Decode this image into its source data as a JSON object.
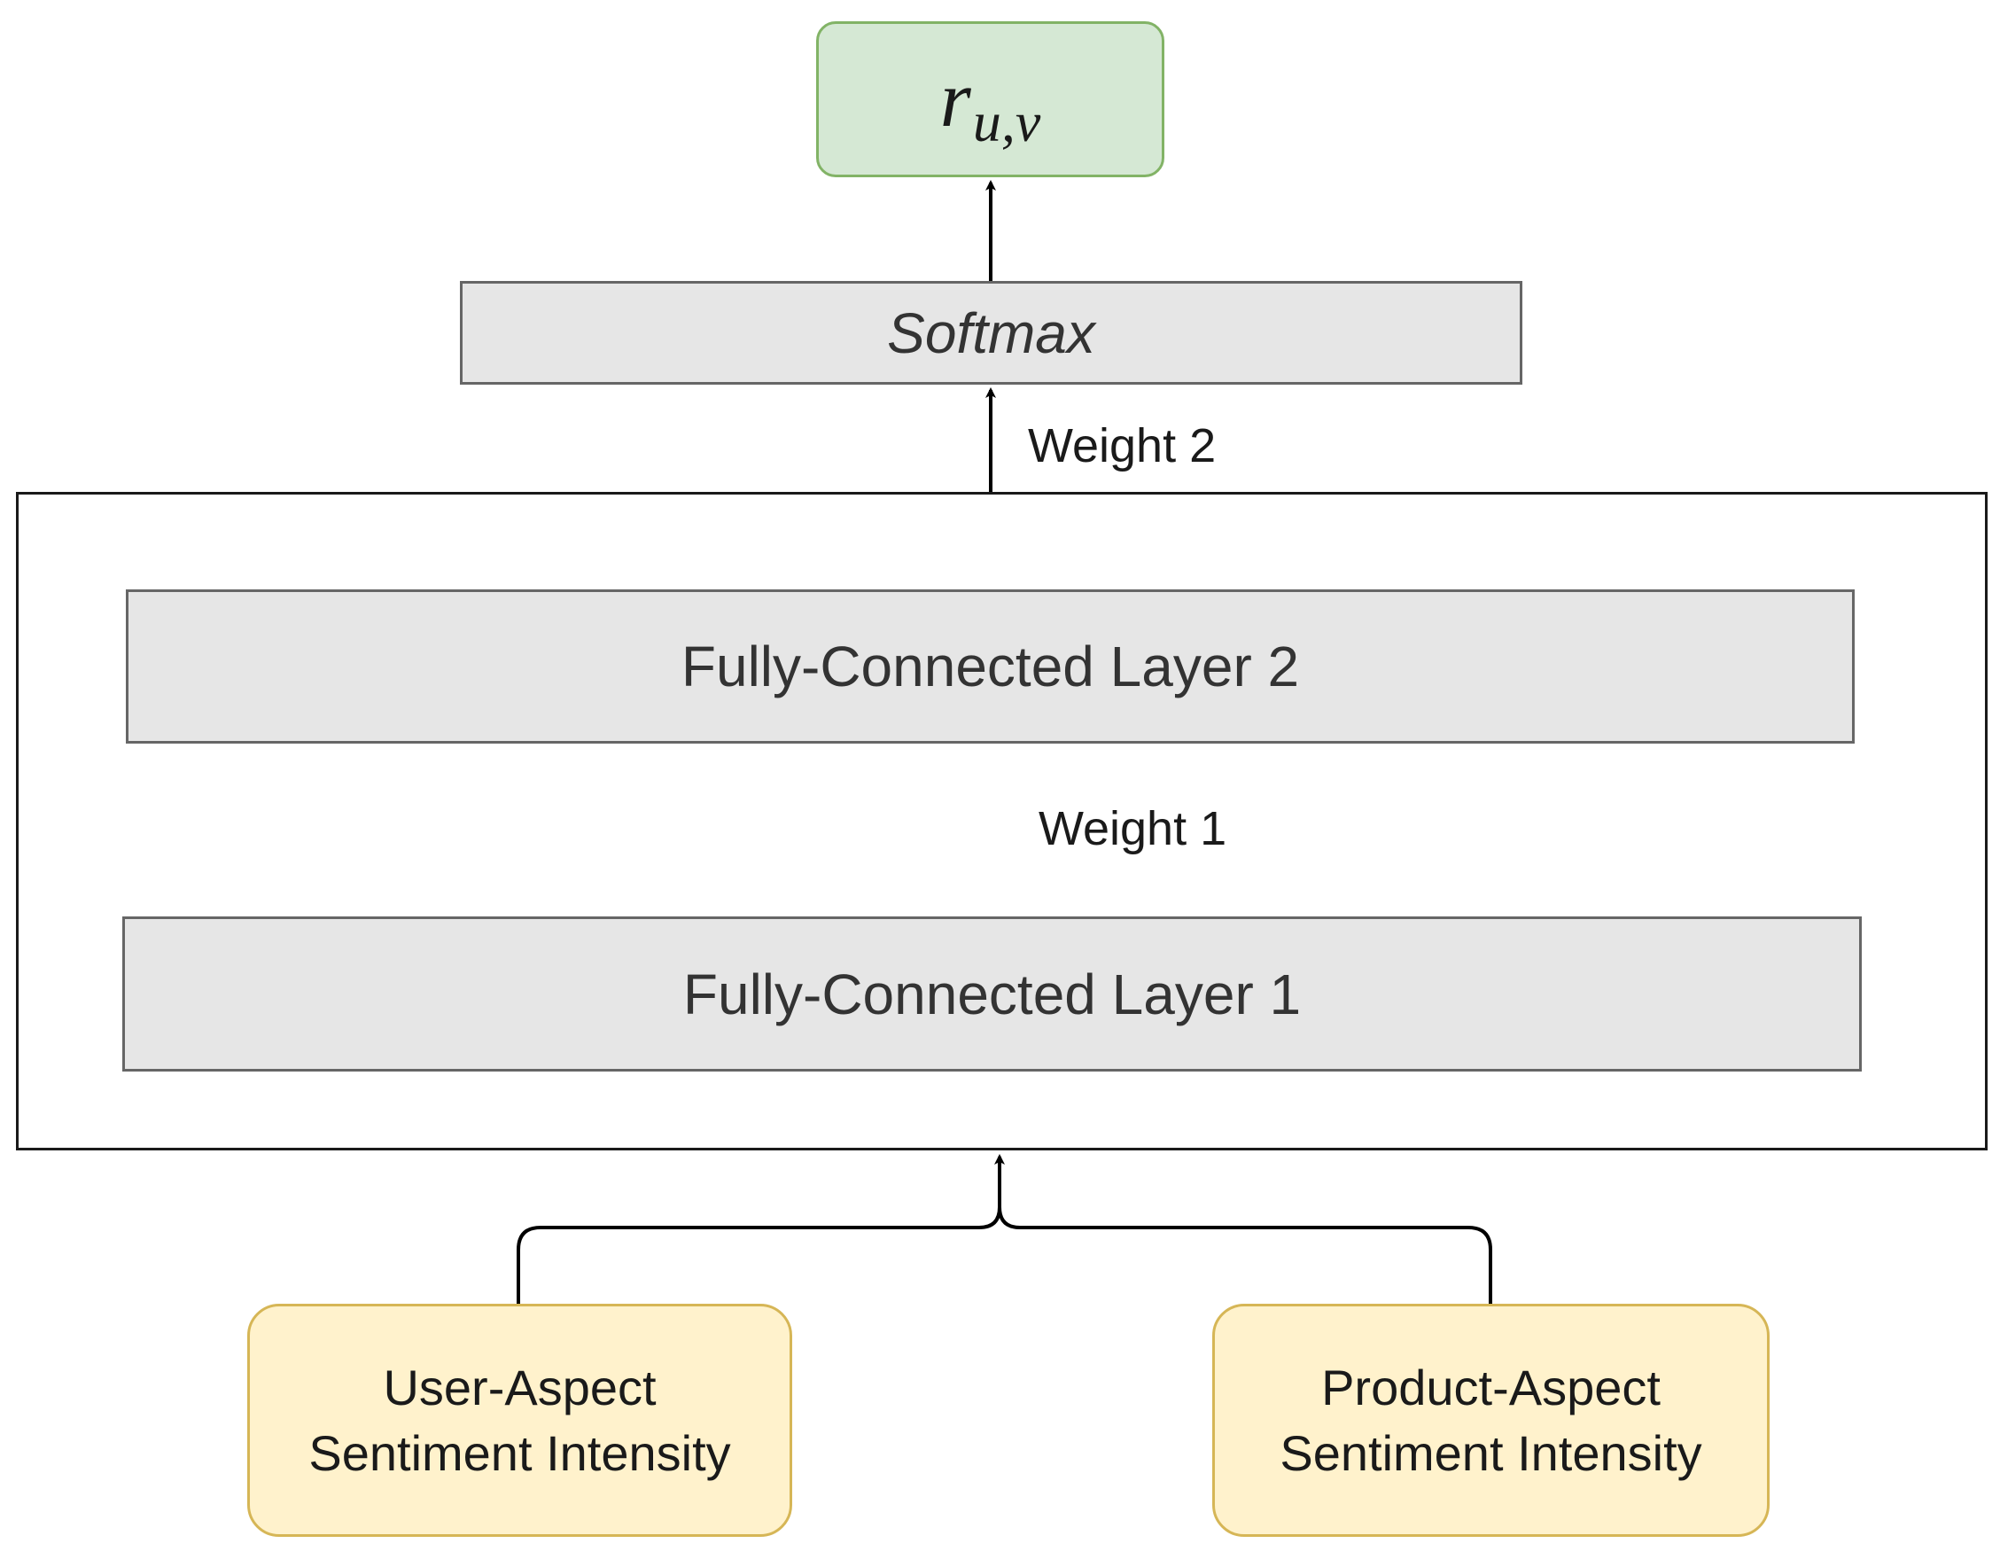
{
  "output": {
    "symbol": "r",
    "subscript": "u,v"
  },
  "softmax": {
    "label": "Softmax"
  },
  "layers": {
    "fc2": "Fully-Connected Layer 2",
    "fc1": "Fully-Connected Layer 1"
  },
  "weights": {
    "w2": "Weight 2",
    "w1": "Weight 1"
  },
  "inputs": {
    "user": {
      "line1": "User-Aspect",
      "line2": "Sentiment Intensity"
    },
    "product": {
      "line1": "Product-Aspect",
      "line2": "Sentiment Intensity"
    }
  },
  "colors": {
    "output_fill": "#d5e8d4",
    "output_border": "#82b366",
    "layer_fill": "#e6e6e6",
    "layer_border": "#666666",
    "input_fill": "#fff2cc",
    "input_border": "#d6b656"
  }
}
